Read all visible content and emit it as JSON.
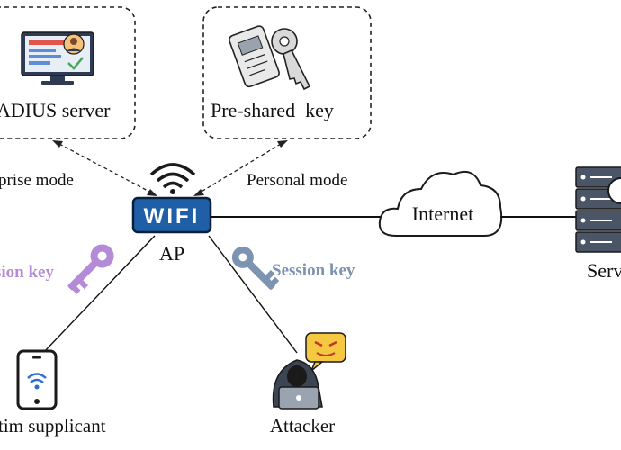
{
  "nodes": {
    "radius_server": "ADIUS server",
    "pre_shared_key": "Pre-shared  key",
    "ap": "AP",
    "wifi_badge": "WIFI",
    "internet": "Internet",
    "server": "Serv",
    "victim": "tim supplicant",
    "attacker": "Attacker"
  },
  "edges": {
    "enterprise_mode": "prise mode",
    "personal_mode": "Personal mode",
    "session_key_left": "sion key",
    "session_key_right": "Session key"
  },
  "colors": {
    "session_key_left": "#b48bd6",
    "session_key_right": "#7d93b2",
    "wifi_badge": "#1f5fa8"
  }
}
